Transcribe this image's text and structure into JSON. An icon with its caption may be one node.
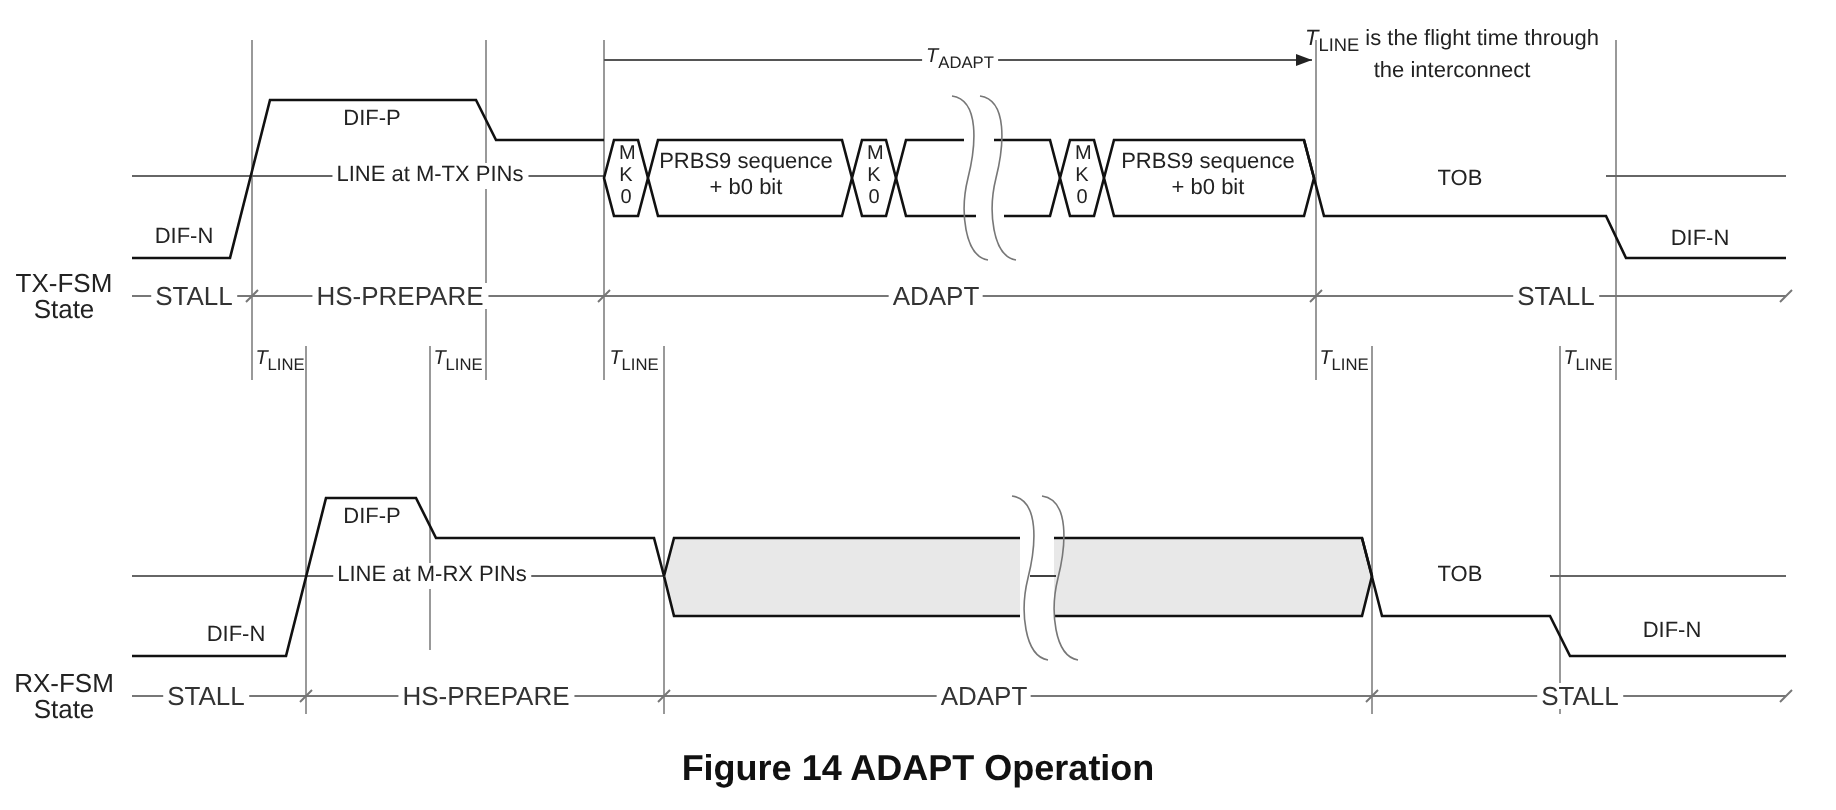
{
  "diagram": {
    "caption": "Figure 14 ADAPT Operation",
    "labels": [
      "*T*$_{ADAPT}$",
      "*T*$_{LINE}$ is the flight time through the interconnect",
      "DIF-P",
      "LINE at M-TX PINs",
      "M K 0",
      "PRBS9 sequence + b0 bit",
      "M K 0",
      "M K 0",
      "PRBS9 sequence + b0 bit",
      "TOB",
      "DIF-N",
      "DIF-N",
      "TX-FSM State",
      "STALL",
      "HS-PREPARE",
      "ADAPT",
      "STALL",
      "*T*$_{LINE}$",
      "*T*$_{LINE}$",
      "*T*$_{LINE}$",
      "*T*$_{LINE}$",
      "*T*$_{LINE}$",
      "DIF-P",
      "LINE at M-RX PINs",
      "TOB",
      "DIF-N",
      "DIF-N",
      "RX-FSM State",
      "STALL",
      "HS-PREPARE",
      "ADAPT",
      "STALL"
    ]
  }
}
